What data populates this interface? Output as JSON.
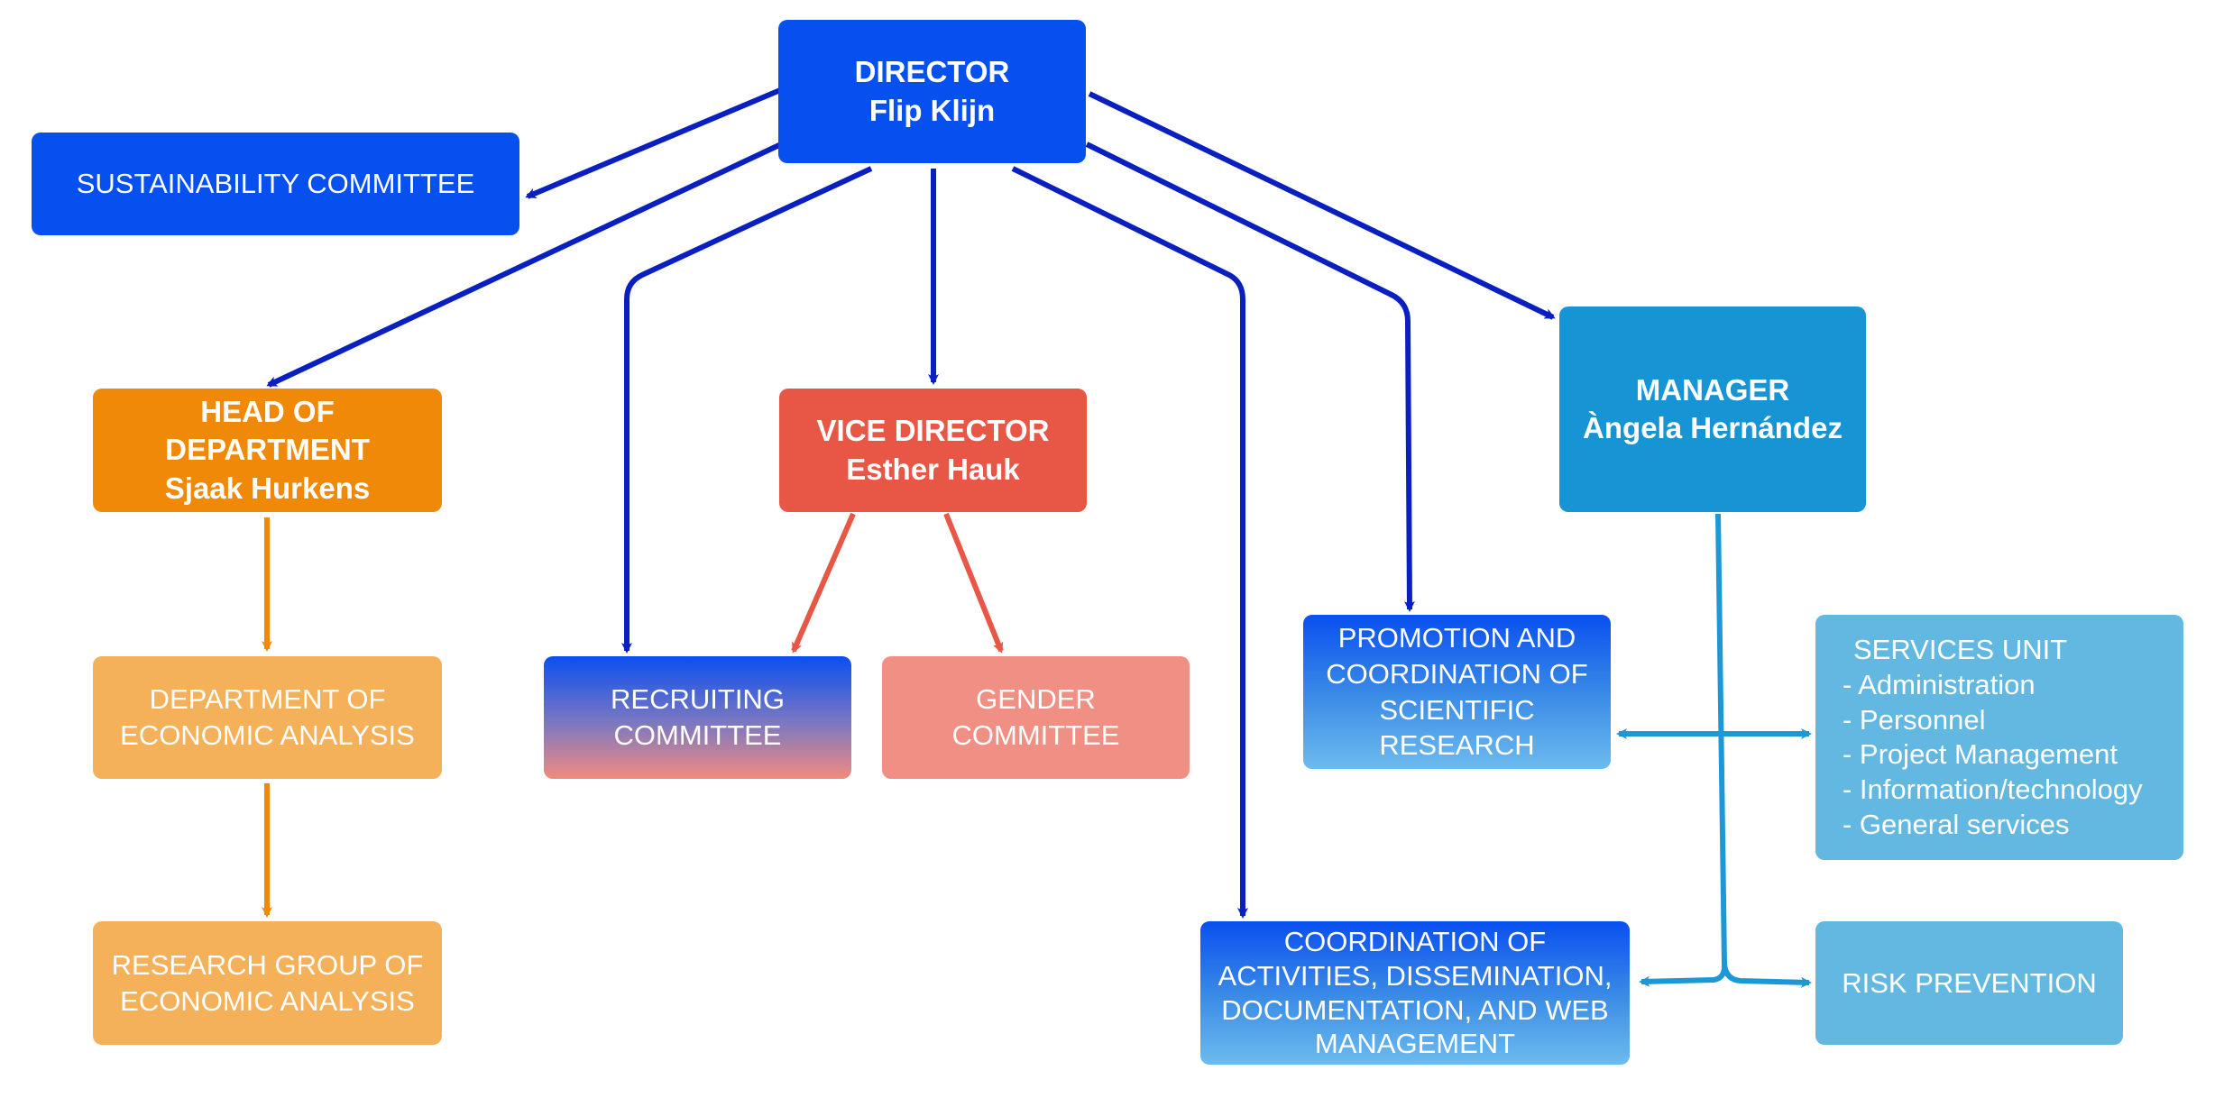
{
  "colors": {
    "director_blue": "#0750f0",
    "connector_blue": "#0a1fc0",
    "orange": "#f08808",
    "light_orange": "#f4b15a",
    "red": "#e85645",
    "light_red": "#f09085",
    "manager_blue": "#1794d4",
    "light_blue": "#62b8e1",
    "connector_light_blue": "#1d98d6"
  },
  "director": {
    "title": "DIRECTOR",
    "name": "Flip Klijn"
  },
  "sustainability": {
    "label": "SUSTAINABILITY COMMITTEE"
  },
  "head_of_department": {
    "title_line1": "HEAD OF",
    "title_line2": "DEPARTMENT",
    "name": "Sjaak Hurkens"
  },
  "vice_director": {
    "title": "VICE DIRECTOR",
    "name": "Esther Hauk"
  },
  "manager": {
    "title": "MANAGER",
    "name": "Àngela Hernández"
  },
  "department_econ": {
    "line1": "DEPARTMENT OF",
    "line2": "ECONOMIC ANALYSIS"
  },
  "research_group": {
    "line1": "RESEARCH GROUP OF",
    "line2": "ECONOMIC ANALYSIS"
  },
  "recruiting": {
    "line1": "RECRUITING",
    "line2": "COMMITTEE"
  },
  "gender": {
    "line1": "GENDER",
    "line2": "COMMITTEE"
  },
  "promotion": {
    "line1": "PROMOTION AND",
    "line2": "COORDINATION OF",
    "line3": "SCIENTIFIC",
    "line4": "RESEARCH"
  },
  "services": {
    "title": "SERVICES UNIT",
    "items": [
      "- Administration",
      "- Personnel",
      "- Project Management",
      "- Information/technology",
      "- General services"
    ]
  },
  "coordination": {
    "line1": "COORDINATION OF",
    "line2": "ACTIVITIES, DISSEMINATION,",
    "line3": "DOCUMENTATION, AND WEB",
    "line4": "MANAGEMENT"
  },
  "risk_prevention": {
    "label": "RISK PREVENTION"
  }
}
